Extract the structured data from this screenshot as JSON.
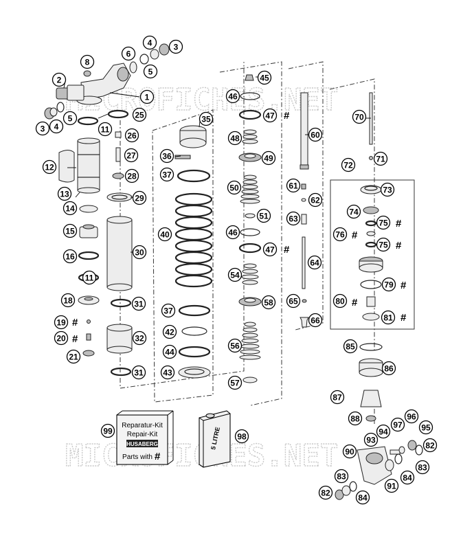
{
  "watermark": {
    "top": "MICROFICHES.NET",
    "bottom": "MICROFICHES.NET"
  },
  "kit_box": {
    "line1": "Reparatur-Kit",
    "line2": "Repair-Kit",
    "brand": "HUSABERG",
    "line3": "Parts with",
    "mark": "#"
  },
  "oil_can": {
    "label": "5 LITRE"
  },
  "hash_symbol": "#",
  "callouts": [
    {
      "id": "c1",
      "label": "1"
    },
    {
      "id": "c2",
      "label": "2"
    },
    {
      "id": "c3a",
      "label": "3"
    },
    {
      "id": "c3b",
      "label": "3"
    },
    {
      "id": "c4a",
      "label": "4"
    },
    {
      "id": "c4b",
      "label": "4"
    },
    {
      "id": "c5a",
      "label": "5"
    },
    {
      "id": "c5b",
      "label": "5"
    },
    {
      "id": "c6",
      "label": "6"
    },
    {
      "id": "c8",
      "label": "8"
    },
    {
      "id": "c11a",
      "label": "11"
    },
    {
      "id": "c11b",
      "label": "11"
    },
    {
      "id": "c12",
      "label": "12"
    },
    {
      "id": "c13",
      "label": "13"
    },
    {
      "id": "c14",
      "label": "14"
    },
    {
      "id": "c15",
      "label": "15"
    },
    {
      "id": "c16",
      "label": "16"
    },
    {
      "id": "c18",
      "label": "18"
    },
    {
      "id": "c19",
      "label": "19"
    },
    {
      "id": "c20",
      "label": "20"
    },
    {
      "id": "c21",
      "label": "21"
    },
    {
      "id": "c25",
      "label": "25"
    },
    {
      "id": "c26",
      "label": "26"
    },
    {
      "id": "c27",
      "label": "27"
    },
    {
      "id": "c28",
      "label": "28"
    },
    {
      "id": "c29",
      "label": "29"
    },
    {
      "id": "c30",
      "label": "30"
    },
    {
      "id": "c31a",
      "label": "31"
    },
    {
      "id": "c31b",
      "label": "31"
    },
    {
      "id": "c32",
      "label": "32"
    },
    {
      "id": "c35",
      "label": "35"
    },
    {
      "id": "c36",
      "label": "36"
    },
    {
      "id": "c37a",
      "label": "37"
    },
    {
      "id": "c37b",
      "label": "37"
    },
    {
      "id": "c40",
      "label": "40"
    },
    {
      "id": "c42",
      "label": "42"
    },
    {
      "id": "c43",
      "label": "43"
    },
    {
      "id": "c44",
      "label": "44"
    },
    {
      "id": "c45",
      "label": "45"
    },
    {
      "id": "c46a",
      "label": "46"
    },
    {
      "id": "c46b",
      "label": "46"
    },
    {
      "id": "c47a",
      "label": "47"
    },
    {
      "id": "c47b",
      "label": "47"
    },
    {
      "id": "c48",
      "label": "48"
    },
    {
      "id": "c49",
      "label": "49"
    },
    {
      "id": "c50",
      "label": "50"
    },
    {
      "id": "c51",
      "label": "51"
    },
    {
      "id": "c54",
      "label": "54"
    },
    {
      "id": "c56",
      "label": "56"
    },
    {
      "id": "c57",
      "label": "57"
    },
    {
      "id": "c58",
      "label": "58"
    },
    {
      "id": "c60",
      "label": "60"
    },
    {
      "id": "c61",
      "label": "61"
    },
    {
      "id": "c62",
      "label": "62"
    },
    {
      "id": "c63",
      "label": "63"
    },
    {
      "id": "c64",
      "label": "64"
    },
    {
      "id": "c65",
      "label": "65"
    },
    {
      "id": "c66",
      "label": "66"
    },
    {
      "id": "c70",
      "label": "70"
    },
    {
      "id": "c71",
      "label": "71"
    },
    {
      "id": "c72",
      "label": "72"
    },
    {
      "id": "c73",
      "label": "73"
    },
    {
      "id": "c74",
      "label": "74"
    },
    {
      "id": "c75a",
      "label": "75"
    },
    {
      "id": "c75b",
      "label": "75"
    },
    {
      "id": "c76",
      "label": "76"
    },
    {
      "id": "c79",
      "label": "79"
    },
    {
      "id": "c80",
      "label": "80"
    },
    {
      "id": "c81",
      "label": "81"
    },
    {
      "id": "c82a",
      "label": "82"
    },
    {
      "id": "c82b",
      "label": "82"
    },
    {
      "id": "c83a",
      "label": "83"
    },
    {
      "id": "c83b",
      "label": "83"
    },
    {
      "id": "c84a",
      "label": "84"
    },
    {
      "id": "c84b",
      "label": "84"
    },
    {
      "id": "c85",
      "label": "85"
    },
    {
      "id": "c86",
      "label": "86"
    },
    {
      "id": "c87",
      "label": "87"
    },
    {
      "id": "c88",
      "label": "88"
    },
    {
      "id": "c90",
      "label": "90"
    },
    {
      "id": "c91",
      "label": "91"
    },
    {
      "id": "c93",
      "label": "93"
    },
    {
      "id": "c94",
      "label": "94"
    },
    {
      "id": "c95",
      "label": "95"
    },
    {
      "id": "c96",
      "label": "96"
    },
    {
      "id": "c97",
      "label": "97"
    },
    {
      "id": "c98",
      "label": "98"
    },
    {
      "id": "c99",
      "label": "99"
    }
  ]
}
